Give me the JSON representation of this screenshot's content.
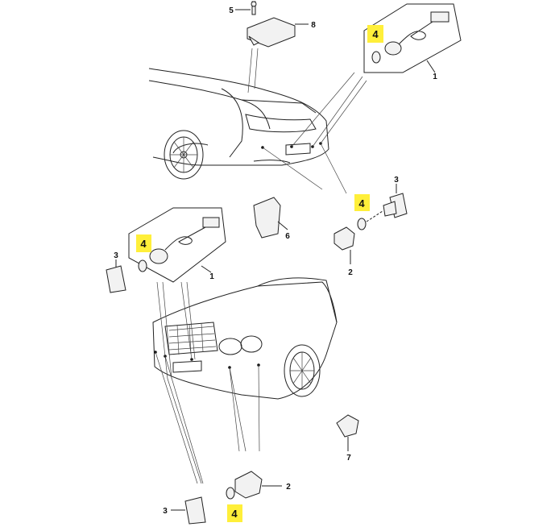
{
  "diagram": {
    "callouts": {
      "top_screw": "5",
      "top_module": "8",
      "top_right_washer": "4",
      "top_right_sensor_kit": "1",
      "mid_right_bracket": "3",
      "mid_right_washer": "4",
      "mid_holder": "6",
      "mid_right_sensor": "2",
      "left_washer": "4",
      "left_bracket": "3",
      "left_sensor_kit": "1",
      "bottom_right_clip": "7",
      "bottom_sensor": "2",
      "bottom_bracket": "3",
      "bottom_washer": "4"
    },
    "highlight_color": "#ffef3a"
  }
}
